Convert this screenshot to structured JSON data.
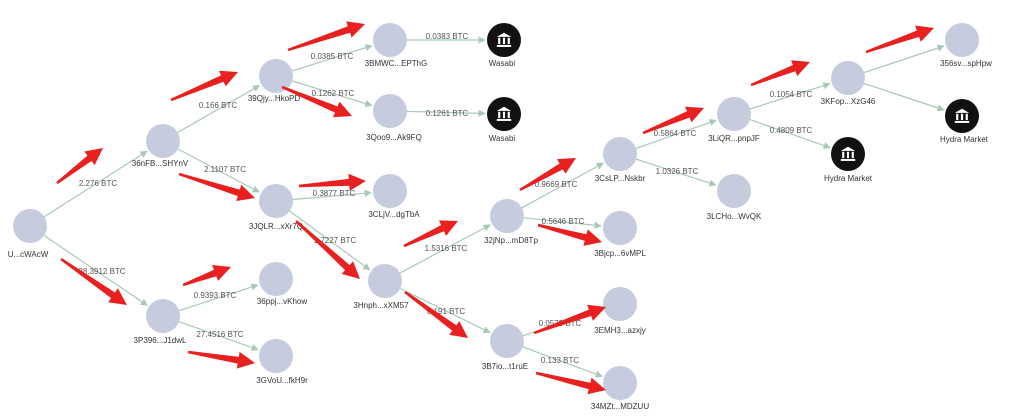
{
  "colors": {
    "address_node": "#c6ccdd",
    "exchange_node": "#111111",
    "edge": "#a8c9b4",
    "highlight_arrow": "#e8201f"
  },
  "nodes": [
    {
      "id": "n0",
      "label": "U...cWAcW",
      "kind": "address"
    },
    {
      "id": "n1",
      "label": "36nFB...SHYnV",
      "kind": "address"
    },
    {
      "id": "n2",
      "label": "3P396...J1dwL",
      "kind": "address"
    },
    {
      "id": "n3",
      "label": "39Qjy...HkoPD",
      "kind": "address"
    },
    {
      "id": "n4",
      "label": "3JQLR...xXr7Q",
      "kind": "address"
    },
    {
      "id": "n5",
      "label": "3BMWC...EPThG",
      "kind": "address"
    },
    {
      "id": "n6",
      "label": "3Qoo9...Ak9FQ",
      "kind": "address"
    },
    {
      "id": "n7",
      "label": "Wasabi",
      "kind": "exchange",
      "icon": "bank-icon"
    },
    {
      "id": "n8",
      "label": "Wasabi",
      "kind": "exchange",
      "icon": "bank-icon"
    },
    {
      "id": "n9",
      "label": "3CLjV...dgTbA",
      "kind": "address"
    },
    {
      "id": "n10",
      "label": "3Hnph...xXM57",
      "kind": "address"
    },
    {
      "id": "n11",
      "label": "36ppj...vKhow",
      "kind": "address"
    },
    {
      "id": "n12",
      "label": "3GVoU...fkH9r",
      "kind": "address"
    },
    {
      "id": "n13",
      "label": "32jNp...mD8Tp",
      "kind": "address"
    },
    {
      "id": "n14",
      "label": "3B7io...t1ruE",
      "kind": "address"
    },
    {
      "id": "n15",
      "label": "3CsLP...Nskbr",
      "kind": "address"
    },
    {
      "id": "n16",
      "label": "3Bjcp...6vMPL",
      "kind": "address"
    },
    {
      "id": "n17",
      "label": "3EMH3...azxjy",
      "kind": "address"
    },
    {
      "id": "n18",
      "label": "34MZt...MDZUU",
      "kind": "address"
    },
    {
      "id": "n19",
      "label": "3LiQR...pnpJF",
      "kind": "address"
    },
    {
      "id": "n20",
      "label": "3LCHo...WvQK",
      "kind": "address"
    },
    {
      "id": "n21",
      "label": "3KFop...XzG46",
      "kind": "address"
    },
    {
      "id": "n22",
      "label": "Hydra Market",
      "kind": "exchange",
      "icon": "bank-icon"
    },
    {
      "id": "n23",
      "label": "356sv...spHpw",
      "kind": "address"
    },
    {
      "id": "n24",
      "label": "Hydra Market",
      "kind": "exchange",
      "icon": "bank-icon"
    }
  ],
  "edges": [
    {
      "from": "n0",
      "to": "n1",
      "label": "2.276 BTC"
    },
    {
      "from": "n0",
      "to": "n2",
      "label": "28.3912 BTC"
    },
    {
      "from": "n1",
      "to": "n3",
      "label": "0.166 BTC"
    },
    {
      "from": "n1",
      "to": "n4",
      "label": "2.1107 BTC"
    },
    {
      "from": "n3",
      "to": "n5",
      "label": "0.0385 BTC"
    },
    {
      "from": "n3",
      "to": "n6",
      "label": "0.1262 BTC"
    },
    {
      "from": "n5",
      "to": "n7",
      "label": "0.0383 BTC"
    },
    {
      "from": "n6",
      "to": "n8",
      "label": "0.1261 BTC"
    },
    {
      "from": "n4",
      "to": "n9",
      "label": "0.3877 BTC"
    },
    {
      "from": "n4",
      "to": "n10",
      "label": "1.7227 BTC"
    },
    {
      "from": "n2",
      "to": "n11",
      "label": "0.9393 BTC"
    },
    {
      "from": "n2",
      "to": "n12",
      "label": "27.4516 BTC"
    },
    {
      "from": "n10",
      "to": "n13",
      "label": "1.5316 BTC"
    },
    {
      "from": "n10",
      "to": "n14",
      "label": "0.191 BTC"
    },
    {
      "from": "n13",
      "to": "n15",
      "label": "0.9669 BTC"
    },
    {
      "from": "n13",
      "to": "n16",
      "label": "0.5646 BTC"
    },
    {
      "from": "n14",
      "to": "n17",
      "label": "0.0579 BTC"
    },
    {
      "from": "n14",
      "to": "n18",
      "label": "0.133 BTC"
    },
    {
      "from": "n15",
      "to": "n19",
      "label": "0.5864 BTC"
    },
    {
      "from": "n15",
      "to": "n20",
      "label": "1.0326 BTC"
    },
    {
      "from": "n19",
      "to": "n21",
      "label": "0.1054 BTC"
    },
    {
      "from": "n19",
      "to": "n22",
      "label": "0.4809 BTC"
    },
    {
      "from": "n21",
      "to": "n23",
      "label": ""
    },
    {
      "from": "n21",
      "to": "n24",
      "label": ""
    }
  ]
}
